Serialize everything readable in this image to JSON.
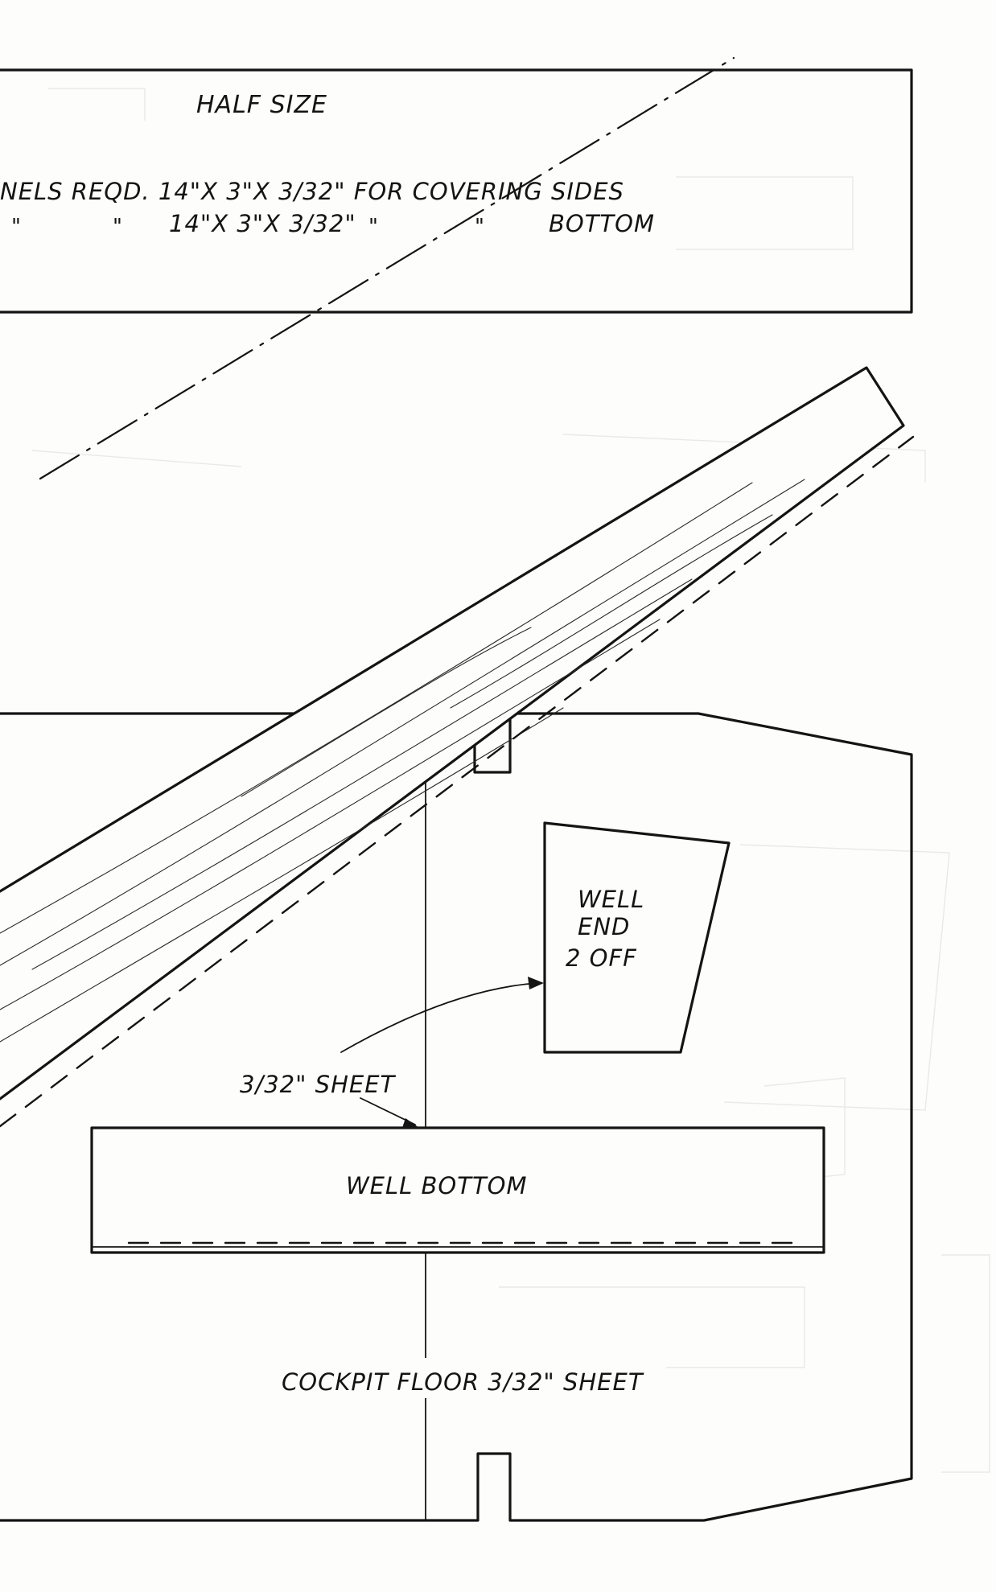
{
  "drawing": {
    "scale_note": "HALF SIZE",
    "panels": {
      "line1": "NELS REQD. 14\"X 3\"X 3/32\" FOR COVERING SIDES",
      "line2_ditto1": "\"",
      "line2_ditto2": "\"",
      "line2_size": "14\"X 3\"X 3/32\"",
      "line2_ditto3": "\"",
      "line2_ditto4": "\"",
      "line2_label": "BOTTOM"
    },
    "parts": {
      "well_end_line1": "WELL",
      "well_end_line2": "END",
      "well_end_line3": "2 OFF",
      "sheet_callout": "3/32\" SHEET",
      "well_bottom": "WELL BOTTOM",
      "cockpit_floor": "COCKPIT FLOOR 3/32\" SHEET"
    }
  }
}
